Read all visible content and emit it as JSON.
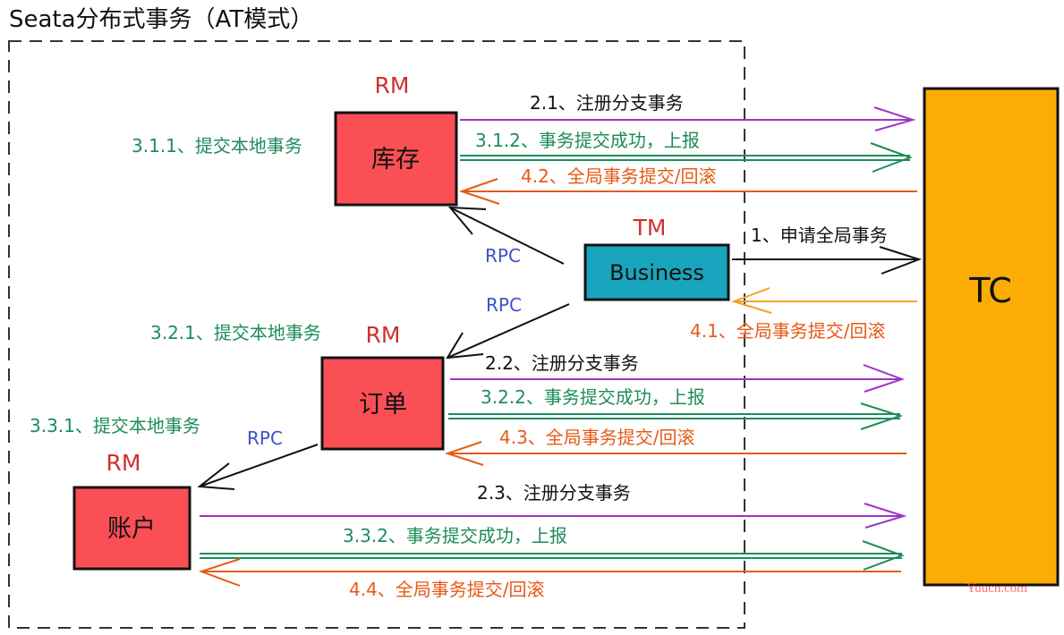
{
  "title": "Seata分布式事务（AT模式）",
  "colors": {
    "box_red": "#f94f55",
    "box_teal": "#18a5bd",
    "tc_orange": "#fbac05",
    "role_red": "#d12f2f",
    "rpc_blue": "#3d52c7",
    "green": "#1e8c5a",
    "purple": "#9b35c4",
    "orange": "#e65a15",
    "light_orange": "#f6a02a",
    "black": "#111111"
  },
  "nodes": {
    "inventory": {
      "label": "库存",
      "role": "RM"
    },
    "business": {
      "label": "Business",
      "role": "TM"
    },
    "order": {
      "label": "订单",
      "role": "RM"
    },
    "account": {
      "label": "账户",
      "role": "RM"
    },
    "tc": {
      "label": "TC"
    }
  },
  "local_tx": {
    "inventory": "3.1.1、提交本地事务",
    "order": "3.2.1、提交本地事务",
    "account": "3.3.1、提交本地事务"
  },
  "rpc": {
    "to_inventory": "RPC",
    "to_order": "RPC",
    "to_account": "RPC"
  },
  "flows": {
    "begin_global": "1、申请全局事务",
    "global_commit_tm": "4.1、全局事务提交/回滚",
    "inventory": {
      "register": "2.1、注册分支事务",
      "report": "3.1.2、事务提交成功，上报",
      "global_commit": "4.2、全局事务提交/回滚"
    },
    "order": {
      "register": "2.2、注册分支事务",
      "report": "3.2.2、事务提交成功，上报",
      "global_commit": "4.3、全局事务提交/回滚"
    },
    "account": {
      "register": "2.3、注册分支事务",
      "report": "3.3.2、事务提交成功，上报",
      "global_commit": "4.4、全局事务提交/回滚"
    }
  },
  "watermark": "Yuucn.com"
}
